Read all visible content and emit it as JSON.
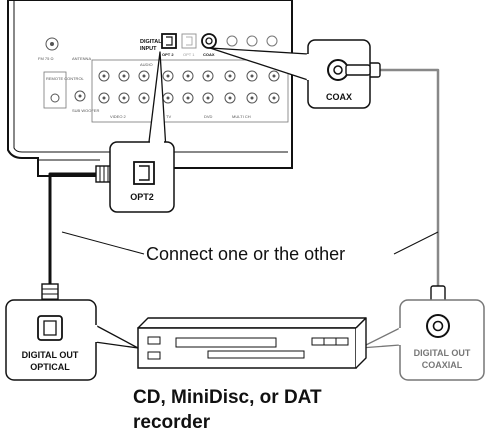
{
  "receiver": {
    "input_label_1": "DIGITAL",
    "input_label_2": "INPUT",
    "opt2_small": "OPT 2",
    "opt1_small": "OPT 1",
    "coax_small": "COAX",
    "fm_label": "FM 75 Ω",
    "antenna_label": "ANTENNA",
    "audio_label": "AUDIO",
    "remote_label": "REMOTE CONTROL",
    "sub_label": "SUB WOOFER",
    "video_label": "VIDEO 2",
    "tv_label": "TV",
    "dvd_label": "DVD",
    "multi_label": "MULTI CH"
  },
  "callouts": {
    "coax": "COAX",
    "opt2": "OPT2",
    "digital_out_optical_1": "DIGITAL OUT",
    "digital_out_optical_2": "OPTICAL",
    "digital_out_coaxial_1": "DIGITAL OUT",
    "digital_out_coaxial_2": "COAXIAL"
  },
  "connect_text": "Connect one or the other",
  "caption": {
    "line1": "CD, MiniDisc, or DAT",
    "line2": "recorder"
  }
}
